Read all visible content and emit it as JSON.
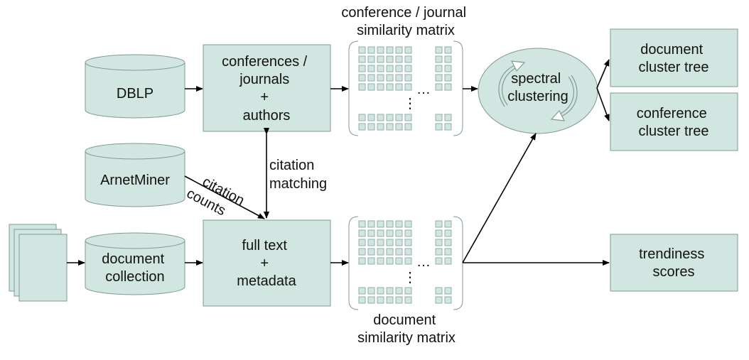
{
  "colors": {
    "fill": "#d2e6e1",
    "stroke": "#7f9a94",
    "dark_cell": "#8fb0a9",
    "line": "#000000"
  },
  "nodes": {
    "dblp": "DBLP",
    "arnetminer": "ArnetMiner",
    "document_collection": [
      "document",
      "collection"
    ],
    "conferences_authors": [
      "conferences /",
      "journals",
      "+",
      "authors"
    ],
    "full_text_metadata": [
      "full text",
      "+",
      "metadata"
    ],
    "spectral_clustering": [
      "spectral",
      "clustering"
    ],
    "document_cluster_tree": [
      "document",
      "cluster tree"
    ],
    "conference_cluster_tree": [
      "conference",
      "cluster tree"
    ],
    "trendiness_scores": [
      "trendiness",
      "scores"
    ]
  },
  "matrices": {
    "conference_title": [
      "conference / journal",
      "similarity matrix"
    ],
    "document_title": [
      "document",
      "similarity matrix"
    ],
    "h_ellipsis": "…",
    "v_ellipsis": "⋮"
  },
  "edge_labels": {
    "citation_counts": [
      "citation",
      "counts"
    ],
    "citation_matching": [
      "citation",
      "matching"
    ]
  }
}
